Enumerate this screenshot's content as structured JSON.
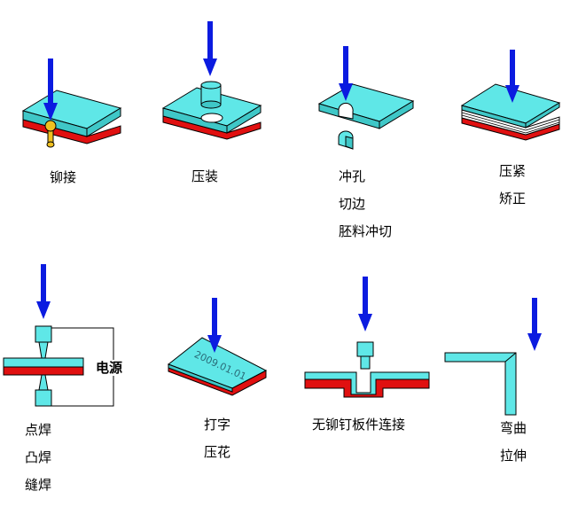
{
  "colors": {
    "arrow": "#0b1be0",
    "plate_top": "#5fe7e7",
    "plate_side": "#3fc7c7",
    "plate_red": "#e01010",
    "outline": "#000000",
    "rivet": "#f0c020",
    "wire": "#000000"
  },
  "processes": [
    {
      "id": "riveting",
      "labels": [
        "铆接"
      ]
    },
    {
      "id": "press-fit",
      "labels": [
        "压装"
      ]
    },
    {
      "id": "punching",
      "labels": [
        "冲孔",
        "切边",
        "胚料冲切"
      ]
    },
    {
      "id": "pressing",
      "labels": [
        "压紧",
        "矫正"
      ]
    },
    {
      "id": "welding",
      "labels": [
        "点焊",
        "凸焊",
        "缝焊"
      ],
      "power_label": "电源"
    },
    {
      "id": "marking",
      "labels": [
        "打字",
        "压花"
      ],
      "stamp_text": "2009.01.01"
    },
    {
      "id": "clinching",
      "labels": [
        "无铆钉板件连接"
      ]
    },
    {
      "id": "bending",
      "labels": [
        "弯曲",
        "拉伸"
      ]
    }
  ]
}
